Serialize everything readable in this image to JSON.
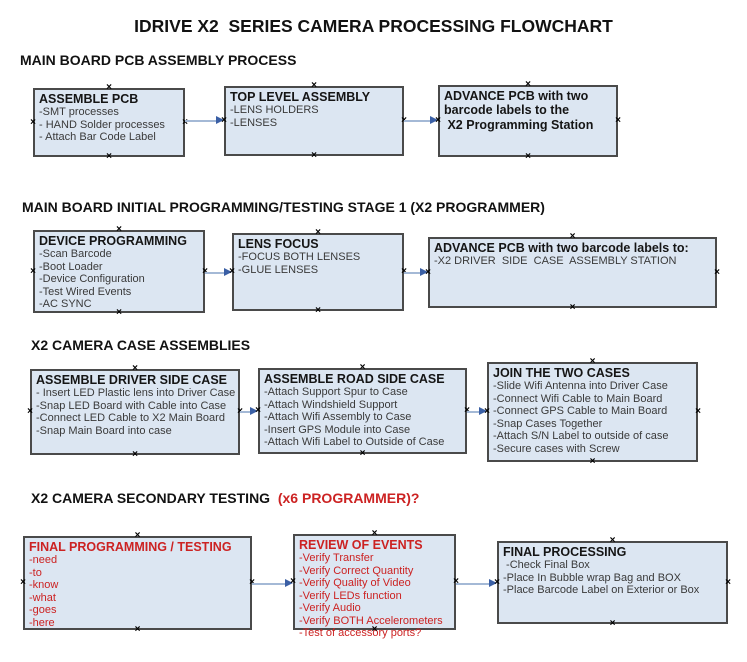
{
  "title": "IDRIVE X2  SERIES CAMERA PROCESSING FLOWCHART",
  "colors": {
    "box_fill": "#dce6f2",
    "box_border": "#4a4a4a",
    "arrow_line": "#a4b9d6",
    "arrow_head": "#3a5fa5",
    "accent_red": "#cc2222",
    "body_text": "#3a3a3a"
  },
  "sections": [
    {
      "heading": "MAIN BOARD PCB ASSEMBLY PROCESS",
      "boxes": [
        {
          "title": "ASSEMBLE PCB",
          "lines": [
            "-SMT processes",
            "- HAND Solder processes",
            "- Attach Bar Code Label"
          ]
        },
        {
          "title": "TOP LEVEL ASSEMBLY",
          "lines": [
            "-LENS HOLDERS",
            "-LENSES"
          ]
        },
        {
          "title": "ADVANCE PCB with two",
          "lines": [
            "barcode labels to the",
            " X2 Programming Station"
          ]
        }
      ]
    },
    {
      "heading": "MAIN BOARD INITIAL PROGRAMMING/TESTING STAGE 1 (X2 PROGRAMMER)",
      "boxes": [
        {
          "title": "DEVICE PROGRAMMING",
          "lines": [
            "-Scan Barcode",
            "-Boot Loader",
            "-Device Configuration",
            "-Test Wired Events",
            "-AC SYNC"
          ]
        },
        {
          "title": "LENS FOCUS",
          "lines": [
            "-FOCUS BOTH LENSES",
            "-GLUE LENSES"
          ]
        },
        {
          "title": "ADVANCE PCB with two barcode labels to:",
          "lines": [
            "-X2 DRIVER  SIDE  CASE  ASSEMBLY STATION"
          ]
        }
      ]
    },
    {
      "heading": "X2 CAMERA CASE ASSEMBLIES",
      "boxes": [
        {
          "title": "ASSEMBLE DRIVER SIDE CASE",
          "lines": [
            "- Insert LED Plastic lens into Driver Case",
            "-Snap LED Board with Cable into Case",
            "-Connect LED Cable to X2 Main Board",
            "-Snap Main Board into case"
          ]
        },
        {
          "title": "ASSEMBLE ROAD SIDE CASE",
          "lines": [
            "-Attach Support Spur to Case",
            "-Attach Windshield Support",
            "-Attach Wifi Assembly to Case",
            "-Insert GPS Module into Case",
            "-Attach Wifi Label to Outside of Case"
          ]
        },
        {
          "title": "JOIN THE TWO CASES",
          "lines": [
            "-Slide Wifi Antenna into Driver Case",
            "-Connect Wifi Cable to Main Board",
            "-Connect GPS Cable to Main Board",
            "-Snap Cases Together",
            "-Attach S/N Label to outside of case",
            "-Secure cases with Screw"
          ]
        }
      ]
    },
    {
      "heading": "X2 CAMERA SECONDARY TESTING  ",
      "heading_red": "(x6 PROGRAMMER)?",
      "boxes": [
        {
          "title": "FINAL PROGRAMMING / TESTING",
          "lines": [
            "-need",
            "-to",
            "-know",
            "-what",
            "-goes",
            "-here"
          ]
        },
        {
          "title": "REVIEW OF EVENTS",
          "lines": [
            "-Verify Transfer",
            "-Verify Correct Quantity",
            "-Verify Quality of Video",
            "-Verify LEDs function",
            "-Verify Audio",
            "-Verify BOTH Accelerometers",
            "-Test of accessory ports?"
          ]
        },
        {
          "title": "FINAL PROCESSING",
          "lines": [
            " -Check Final Box",
            "-Place In Bubble wrap Bag and BOX",
            "-Place Barcode Label on Exterior or Box"
          ]
        }
      ]
    }
  ]
}
